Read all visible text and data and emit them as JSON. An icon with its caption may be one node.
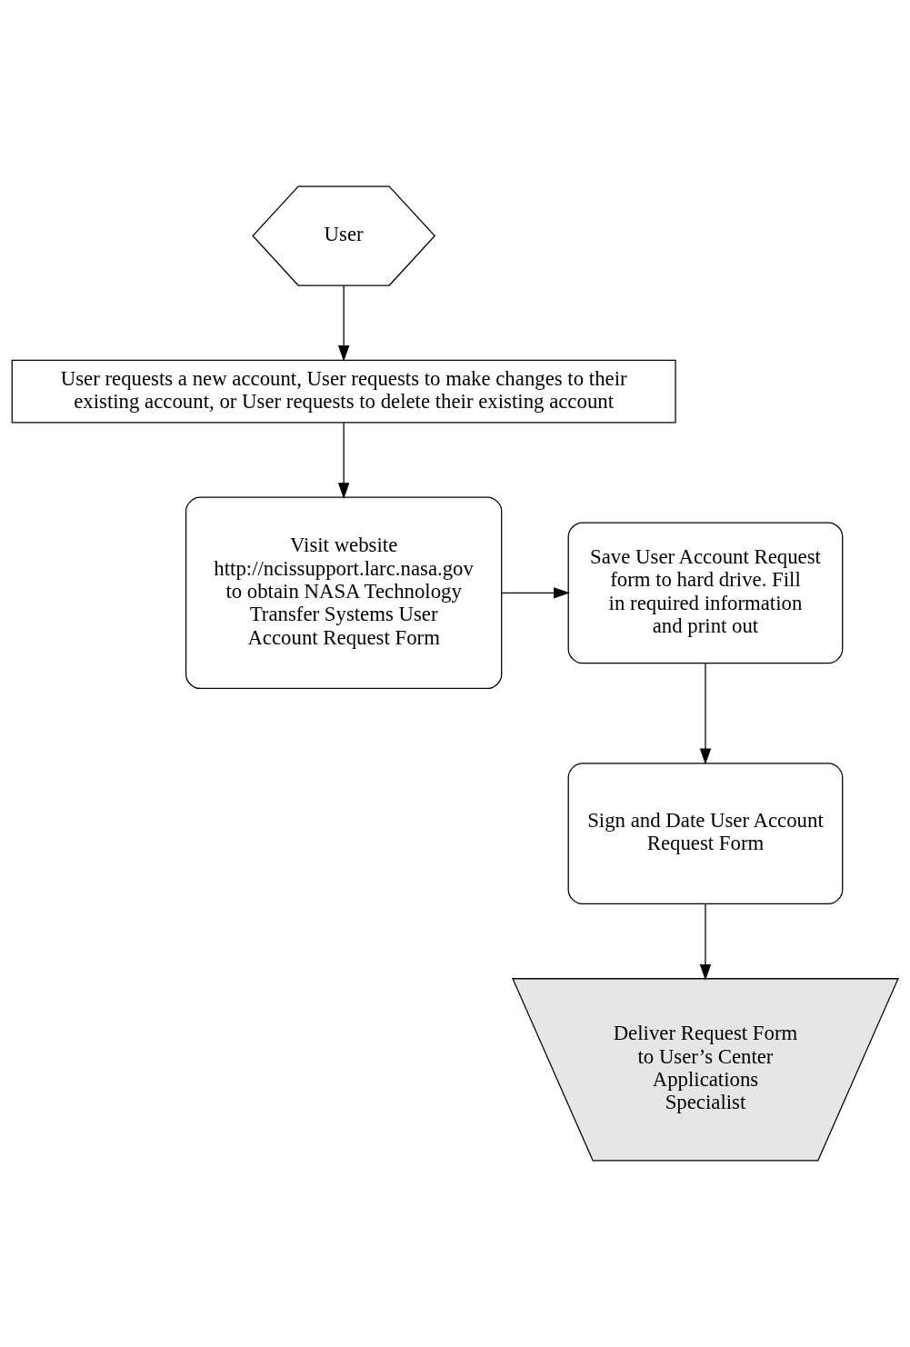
{
  "diagram": {
    "nodes": [
      {
        "text": [
          "User"
        ]
      },
      {
        "text": [
          "User requests a new account, User requests to make changes to their existing account, or User requests to delete their existing account"
        ]
      },
      {
        "text": [
          "Visit website http://ncissupport.larc.nasa.gov to obtain NASA Technology Transfer Systems User Account Request Form"
        ]
      },
      {
        "text": [
          "Save User Account Request form to hard drive. Fill in required information and print out"
        ]
      },
      {
        "text": [
          "Sign and Date User Account Request Form"
        ]
      },
      {
        "text": [
          "Deliver Request Form to User’s Center Applications Specialist"
        ]
      }
    ],
    "edges": [
      {
        "from": 0,
        "to": 1,
        "arrow": "to"
      },
      {
        "from": 1,
        "to": 2,
        "arrow": "to"
      },
      {
        "from": 2,
        "to": 3,
        "arrow": "to"
      },
      {
        "from": 3,
        "to": 4,
        "arrow": "to"
      },
      {
        "from": 4,
        "to": 5,
        "arrow": "to"
      }
    ]
  }
}
